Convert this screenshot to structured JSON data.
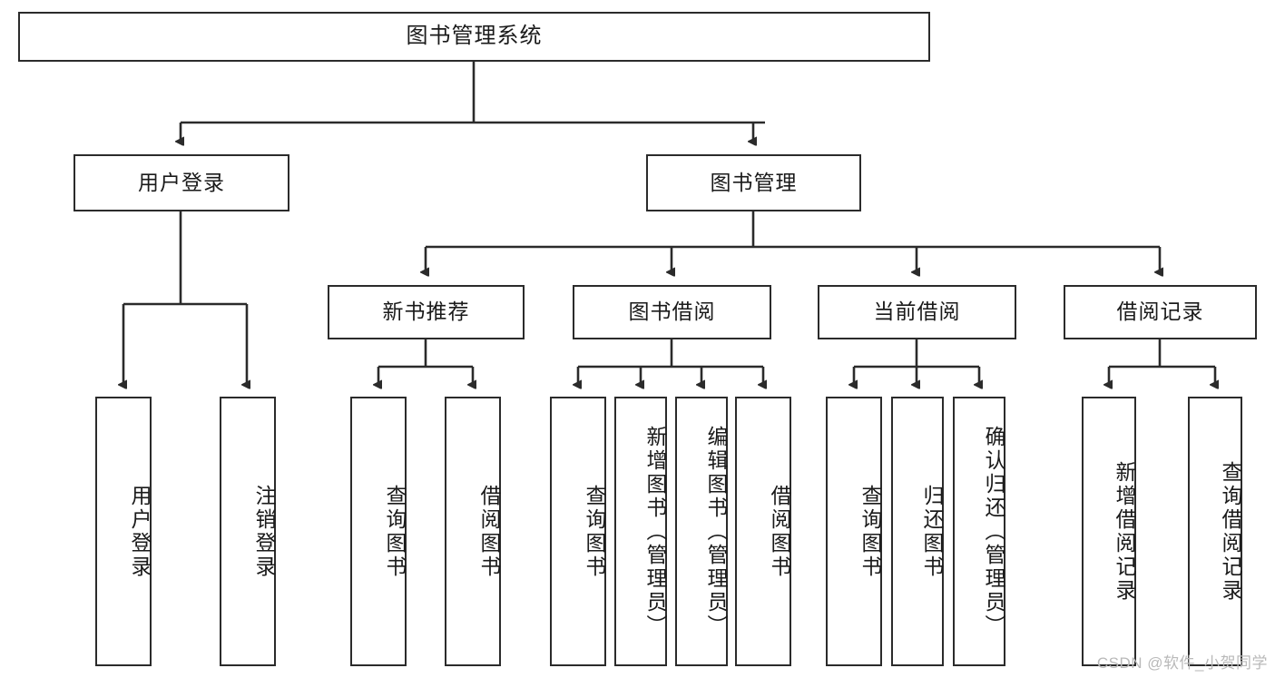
{
  "diagram": {
    "type": "tree-hierarchy",
    "title": "图书管理系统",
    "watermark": "CSDN @软件_小贺同学",
    "stroke_color": "#2b2b2b",
    "fill_color": "#ffffff",
    "text_color": "#1a1a1a",
    "watermark_color": "#b9b9b9"
  },
  "nodes": {
    "root": {
      "label": "图书管理系统"
    },
    "level2": [
      {
        "id": "user-login",
        "label": "用户登录"
      },
      {
        "id": "book-manage",
        "label": "图书管理"
      }
    ],
    "level3": [
      {
        "id": "new-book-recommend",
        "label": "新书推荐"
      },
      {
        "id": "book-borrow",
        "label": "图书借阅"
      },
      {
        "id": "current-borrow",
        "label": "当前借阅"
      },
      {
        "id": "borrow-record",
        "label": "借阅记录"
      }
    ],
    "leaves": {
      "user-login": [
        {
          "id": "leaf-user-login",
          "label": "用户登录"
        },
        {
          "id": "leaf-logout-login",
          "label": "注销登录"
        }
      ],
      "new-book-recommend": [
        {
          "id": "leaf-query-book-1",
          "label": "查询图书"
        },
        {
          "id": "leaf-borrow-book-1",
          "label": "借阅图书"
        }
      ],
      "book-borrow": [
        {
          "id": "leaf-query-book-2",
          "label": "查询图书"
        },
        {
          "id": "leaf-add-book",
          "label": "新增图书（管理员）"
        },
        {
          "id": "leaf-edit-book",
          "label": "编辑图书（管理员）"
        },
        {
          "id": "leaf-borrow-book-2",
          "label": "借阅图书"
        }
      ],
      "current-borrow": [
        {
          "id": "leaf-query-book-3",
          "label": "查询图书"
        },
        {
          "id": "leaf-return-book",
          "label": "归还图书"
        },
        {
          "id": "leaf-confirm-return",
          "label": "确认归还（管理员）"
        }
      ],
      "borrow-record": [
        {
          "id": "leaf-add-record",
          "label": "新增借阅记录"
        },
        {
          "id": "leaf-query-record",
          "label": "查询借阅记录"
        }
      ]
    }
  }
}
